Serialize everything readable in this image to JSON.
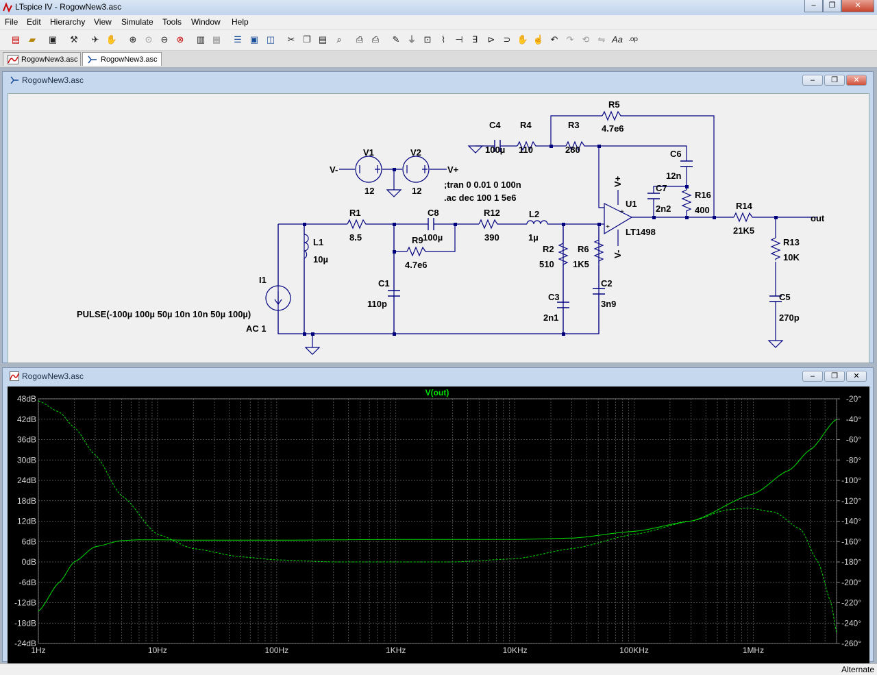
{
  "window": {
    "title": "LTspice IV - RogowNew3.asc",
    "buttons": {
      "minimize": "‒",
      "restore": "❐",
      "close": "✕"
    }
  },
  "menu": [
    "File",
    "Edit",
    "Hierarchy",
    "View",
    "Simulate",
    "Tools",
    "Window",
    "Help"
  ],
  "tabs": [
    {
      "label": "RogowNew3.asc",
      "kind": "waveform"
    },
    {
      "label": "RogowNew3.asc",
      "kind": "schematic"
    }
  ],
  "schematic_window": {
    "title": "RogowNew3.asc"
  },
  "plot_window": {
    "title": "RogowNew3.asc"
  },
  "schematic": {
    "labels": {
      "V1": "V1",
      "V1v": "12",
      "V2": "V2",
      "V2v": "12",
      "Vminus": "V-",
      "Vplus": "V+",
      "tran": ";tran 0 0.01 0 100n",
      "ac": ".ac dec 100 1 5e6",
      "C4": "C4",
      "C4v": "100µ",
      "R4": "R4",
      "R4v": "110",
      "R3": "R3",
      "R3v": "280",
      "R5": "R5",
      "R5v": "4.7e6",
      "C6": "C6",
      "C6v": "12n",
      "C7": "C7",
      "C7v": "2n2",
      "R16": "R16",
      "R16v": "400",
      "U1": "U1",
      "U1v": "LT1498",
      "opVplus": "V+",
      "opVminus": "V-",
      "R14": "R14",
      "R14v": "21K5",
      "out": "out",
      "R13": "R13",
      "R13v": "10K",
      "C5": "C5",
      "C5v": "270p",
      "R1": "R1",
      "R1v": "8.5",
      "C8": "C8",
      "C8v": "100µ",
      "R9": "R9",
      "R9v": "4.7e6",
      "R12": "R12",
      "R12v": "390",
      "L2": "L2",
      "L2v": "1µ",
      "R2": "R2",
      "R2v": "510",
      "R6": "R6",
      "R6v": "1K5",
      "C2": "C2",
      "C2v": "3n9",
      "C3": "C3",
      "C3v": "2n1",
      "C1": "C1",
      "C1v": "110p",
      "L1": "L1",
      "L1v": "10µ",
      "I1": "I1",
      "pulse": "PULSE(-100µ 100µ 50µ 10n 10n 50µ 100µ)",
      "ac1": "AC 1"
    }
  },
  "chart_data": {
    "type": "line",
    "title": "V(out)",
    "x_scale": "log",
    "xlim": [
      1,
      5000000
    ],
    "x_ticks": [
      "1Hz",
      "10Hz",
      "100Hz",
      "1KHz",
      "10KHz",
      "100KHz",
      "1MHz"
    ],
    "x_tick_values": [
      1,
      10,
      100,
      1000,
      10000,
      100000,
      1000000
    ],
    "ylim": [
      -24,
      48
    ],
    "y_ticks": [
      "48dB",
      "42dB",
      "36dB",
      "30dB",
      "24dB",
      "18dB",
      "12dB",
      "6dB",
      "0dB",
      "-6dB",
      "-12dB",
      "-18dB",
      "-24dB"
    ],
    "y_tick_values": [
      48,
      42,
      36,
      30,
      24,
      18,
      12,
      6,
      0,
      -6,
      -12,
      -18,
      -24
    ],
    "y2lim": [
      -260,
      -20
    ],
    "y2_ticks": [
      "-20°",
      "-40°",
      "-60°",
      "-80°",
      "-100°",
      "-120°",
      "-140°",
      "-160°",
      "-180°",
      "-200°",
      "-220°",
      "-240°",
      "-260°"
    ],
    "y2_tick_values": [
      -20,
      -40,
      -60,
      -80,
      -100,
      -120,
      -140,
      -160,
      -180,
      -200,
      -220,
      -240,
      -260
    ],
    "grid": true,
    "color": "#00e000",
    "series": [
      {
        "name": "V(out)",
        "style": "solid",
        "axis": "left",
        "x": [
          1,
          1.5,
          2,
          3,
          5,
          7,
          10,
          20,
          100,
          1000,
          10000,
          30000,
          100000,
          300000,
          1000000,
          2000000,
          3000000,
          5000000
        ],
        "y": [
          -14.5,
          -6,
          0,
          4.5,
          6.3,
          6.5,
          6.5,
          6.4,
          6.4,
          6.6,
          6.6,
          7,
          9,
          12,
          20,
          27,
          33,
          42
        ]
      },
      {
        "name": "phase",
        "style": "dashed",
        "axis": "right",
        "x": [
          1,
          1.5,
          2,
          3,
          5,
          10,
          20,
          50,
          100,
          300,
          1000,
          3000,
          10000,
          30000,
          100000,
          300000,
          600000,
          900000,
          1500000,
          2500000,
          3500000,
          4500000,
          5000000
        ],
        "y": [
          -22,
          -33,
          -48,
          -75,
          -115,
          -153,
          -167,
          -175,
          -178,
          -180,
          -180,
          -180,
          -177,
          -167,
          -153,
          -140,
          -129,
          -127,
          -131,
          -148,
          -180,
          -220,
          -250
        ]
      }
    ]
  },
  "status": {
    "text": "Alternate"
  }
}
